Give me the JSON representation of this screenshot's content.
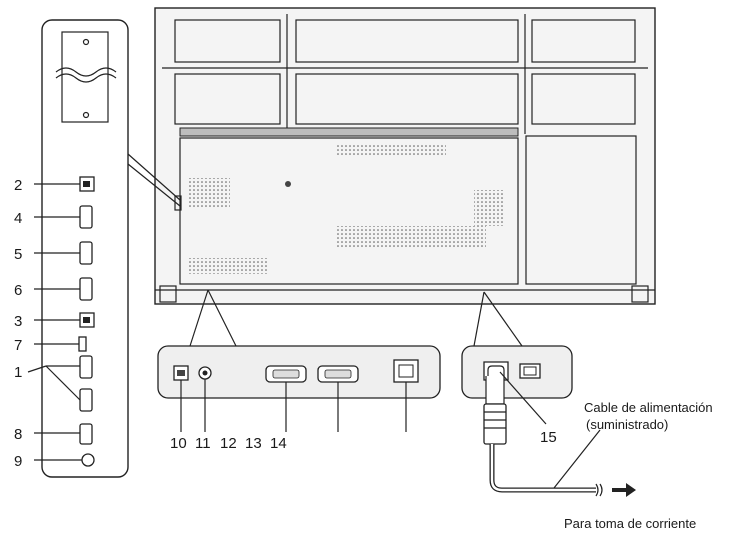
{
  "callouts": {
    "n1": "1",
    "n2": "2",
    "n3": "3",
    "n4": "4",
    "n5": "5",
    "n6": "6",
    "n7": "7",
    "n8": "8",
    "n9": "9",
    "n10": "10",
    "n11": "11",
    "n12": "12",
    "n13": "13",
    "n14": "14",
    "n15": "15"
  },
  "captions": {
    "power_cable_line1": "Cable de alimentación",
    "power_cable_line2": "(suministrado)",
    "outlet": "Para toma de corriente"
  },
  "colors": {
    "line": "#222222",
    "panel_fill": "#efefef",
    "rear_fill": "#f4f4f4"
  }
}
